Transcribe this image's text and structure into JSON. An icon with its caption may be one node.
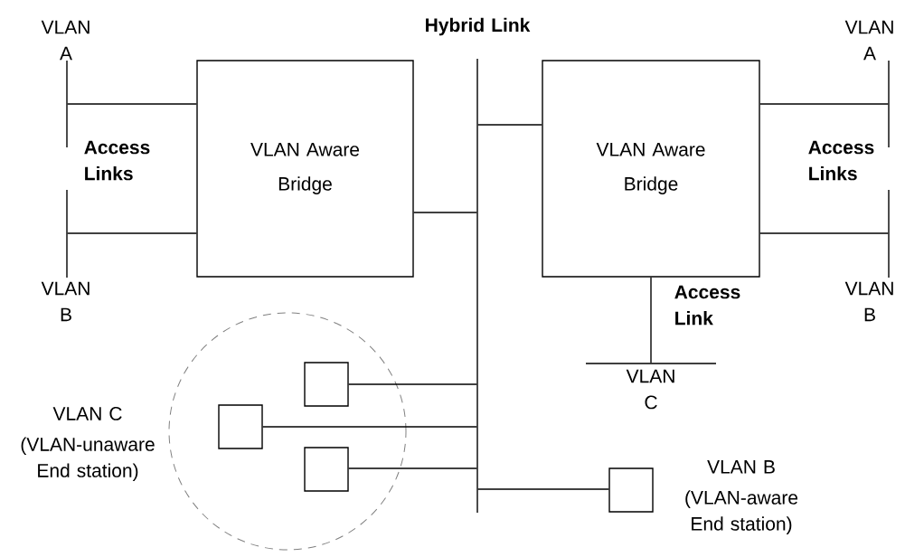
{
  "diagram": {
    "nodes": [
      {
        "text": [
          "Hybrid Link"
        ]
      },
      {
        "text": [
          "VLAN Aware Bridge"
        ]
      },
      {
        "text": [
          "VLAN Aware Bridge"
        ]
      },
      {
        "text": [
          "VLAN A"
        ]
      },
      {
        "text": [
          "VLAN B"
        ]
      },
      {
        "text": [
          "VLAN A"
        ]
      },
      {
        "text": [
          "VLAN B"
        ]
      },
      {
        "text": [
          "VLAN C"
        ]
      },
      {
        "text": [],
        "shape": "circle",
        "beside": [
          "VLAN C",
          "(VLAN-unaware End station)"
        ]
      },
      {
        "text": [],
        "shape": "box",
        "in": 8
      },
      {
        "text": [],
        "shape": "box",
        "in": 8
      },
      {
        "text": [],
        "shape": "box",
        "in": 8
      },
      {
        "text": [],
        "shape": "box",
        "beside": [
          "VLAN B",
          "(VLAN-aware End station)"
        ]
      }
    ],
    "edges": [
      {
        "from": 1,
        "to": 3,
        "arrow": "none"
      },
      {
        "from": 1,
        "to": 4,
        "arrow": "none"
      },
      {
        "from": 1,
        "to": 0,
        "arrow": "none"
      },
      {
        "from": 0,
        "to": 2,
        "arrow": "none"
      },
      {
        "from": 2,
        "to": 5,
        "arrow": "none"
      },
      {
        "from": 2,
        "to": 6,
        "arrow": "none"
      },
      {
        "from": 2,
        "to": 7,
        "arrow": "none"
      },
      {
        "from": 9,
        "to": 0,
        "arrow": "none"
      },
      {
        "from": 10,
        "to": 0,
        "arrow": "none"
      },
      {
        "from": 11,
        "to": 0,
        "arrow": "none"
      },
      {
        "from": 0,
        "to": 12,
        "arrow": "none"
      }
    ],
    "labels": [
      "Access Links",
      "Access Links",
      "Access Link"
    ]
  }
}
